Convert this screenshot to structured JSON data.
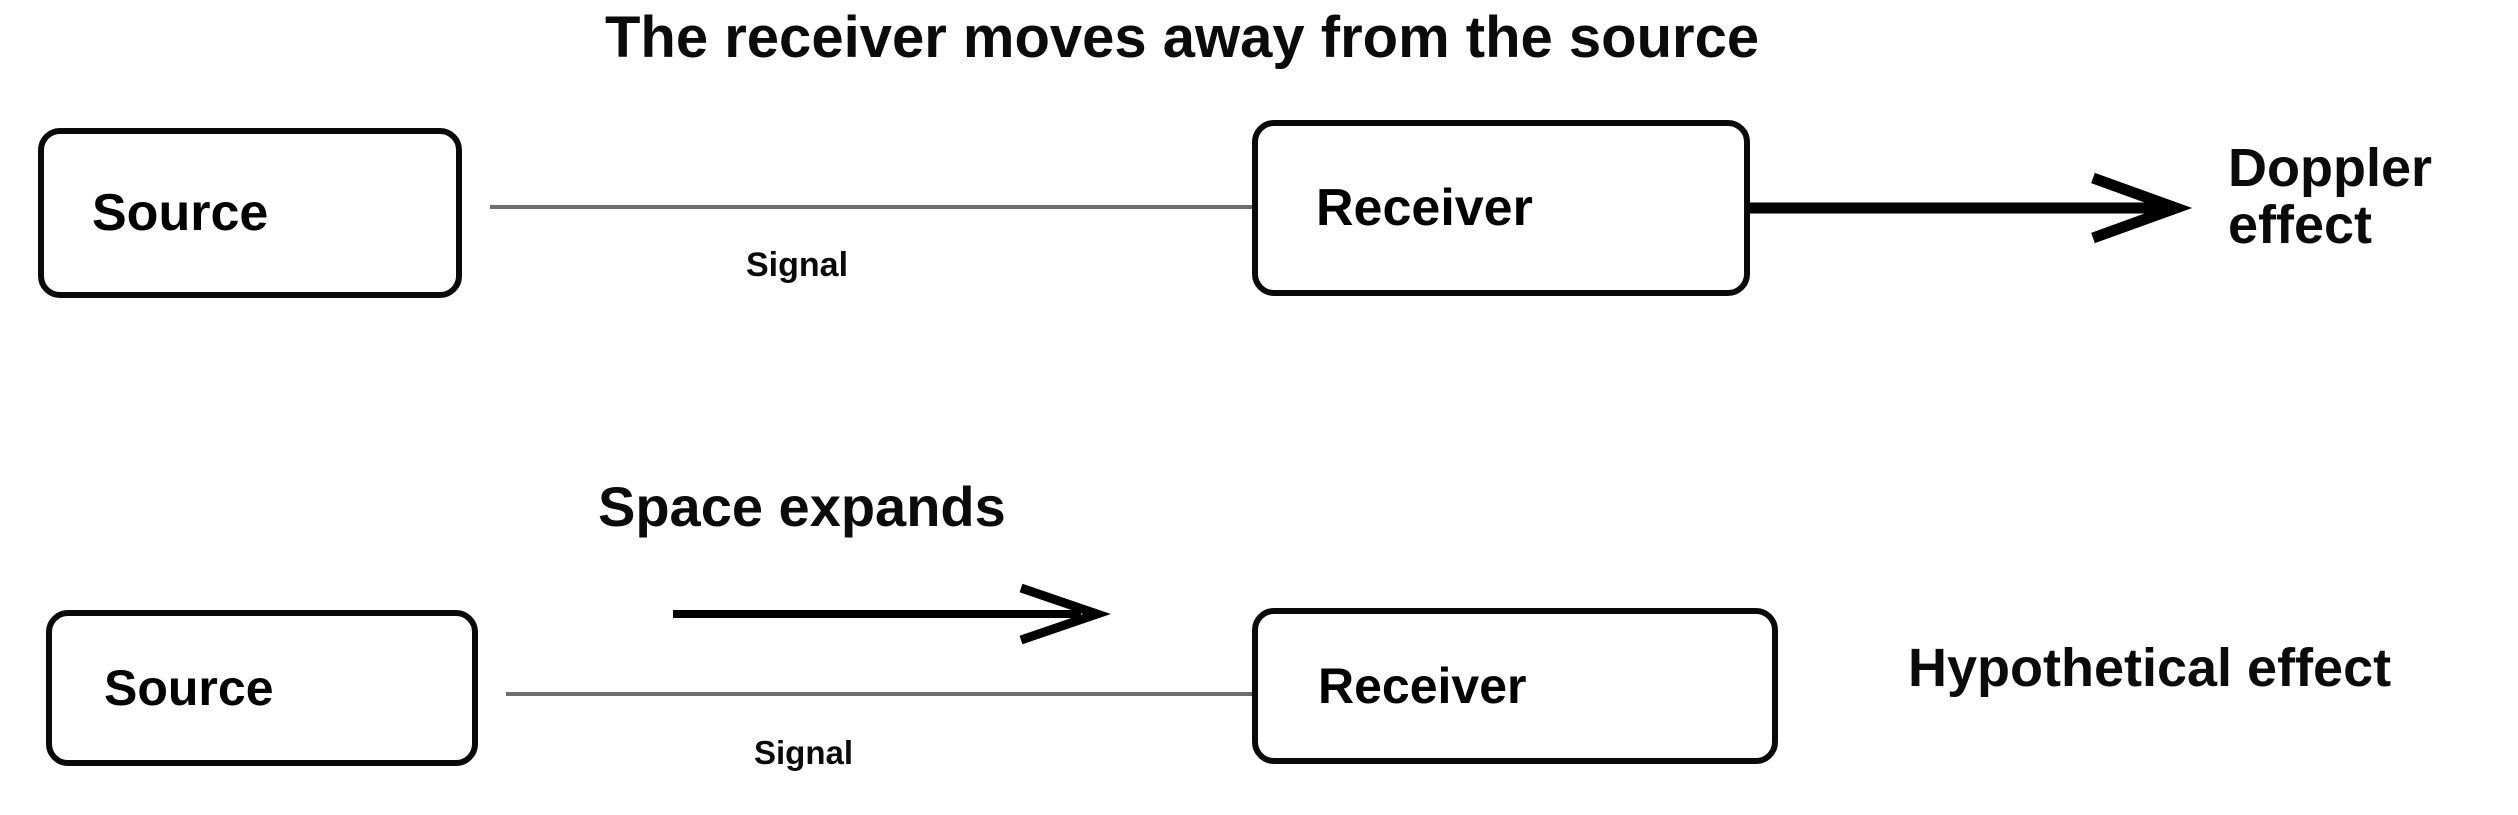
{
  "diagram": {
    "background_color": "#ffffff",
    "ink_color": "#000000",
    "signal_line_color": "#6e6e6e",
    "rows": [
      {
        "id": "doppler-row",
        "heading": "The receiver moves away from the source",
        "source_label": "Source",
        "receiver_label": "Receiver",
        "signal_label": "Signal",
        "effect_label": "Doppler\neffect",
        "effect_label_lines": [
          "Doppler",
          "effect"
        ],
        "motion_arrow": {
          "name": "receiver-motion-arrow",
          "direction": "right",
          "style": "thick-open-head"
        }
      },
      {
        "id": "hypothetical-row",
        "heading": "Space expands",
        "source_label": "Source",
        "receiver_label": "Receiver",
        "signal_label": "Signal",
        "effect_label": "Hypothetical effect",
        "effect_label_lines": [
          "Hypothetical effect"
        ],
        "motion_arrow": {
          "name": "space-expansion-arrow",
          "direction": "right",
          "style": "thin-open-head"
        }
      }
    ]
  }
}
